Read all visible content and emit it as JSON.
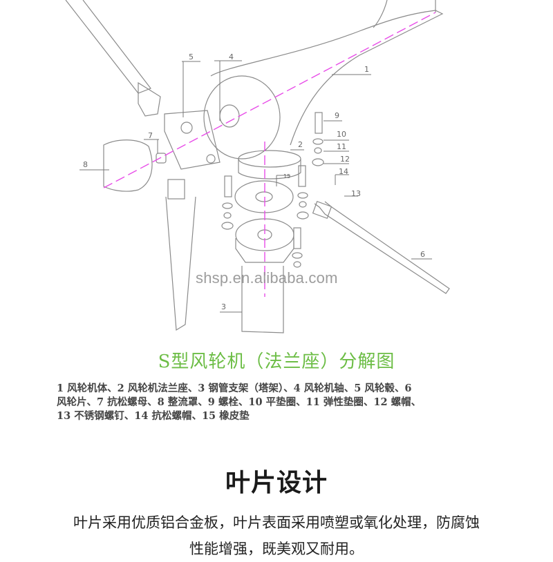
{
  "diagram": {
    "callouts": [
      "1",
      "2",
      "3",
      "4",
      "5",
      "6",
      "7",
      "8",
      "9",
      "10",
      "11",
      "12",
      "13",
      "14",
      "15"
    ],
    "watermark": "shsp.en.alibaba.com",
    "axis_color": "#e84ce8",
    "line_color": "#8a8a8a"
  },
  "title": "S型风轮机（法兰座）分解图",
  "title_color": "#6cbd45",
  "legend": {
    "items": [
      {
        "num": "1",
        "label": "风轮机体"
      },
      {
        "num": "2",
        "label": "风轮机法兰座"
      },
      {
        "num": "3",
        "label": "钢管支架（塔架）"
      },
      {
        "num": "4",
        "label": "风轮机轴"
      },
      {
        "num": "5",
        "label": "风轮毂"
      },
      {
        "num": "6",
        "label": "风轮片"
      },
      {
        "num": "7",
        "label": "抗松螺母"
      },
      {
        "num": "8",
        "label": "整流罩"
      },
      {
        "num": "9",
        "label": "螺栓"
      },
      {
        "num": "10",
        "label": "平垫圈"
      },
      {
        "num": "11",
        "label": "弹性垫圈"
      },
      {
        "num": "12",
        "label": "螺帽"
      },
      {
        "num": "13",
        "label": "不锈钢螺钉"
      },
      {
        "num": "14",
        "label": "抗松螺帽"
      },
      {
        "num": "15",
        "label": "橡皮垫"
      }
    ],
    "lines": [
      "1  风轮机体、2  风轮机法兰座、3  钢管支架（塔架）、4  风轮机轴、5  风轮毂、6",
      "风轮片、7  抗松螺母、8  整流罩、9  螺栓、10  平垫圈、11  弹性垫圈、12  螺帽、",
      "13  不锈钢螺钉、14  抗松螺帽、15  橡皮垫"
    ]
  },
  "section": {
    "title": "叶片设计",
    "body_line1": "叶片采用优质铝合金板，叶片表面采用喷塑或氧化处理，防腐蚀",
    "body_line2": "性能增强，既美观又耐用。"
  }
}
